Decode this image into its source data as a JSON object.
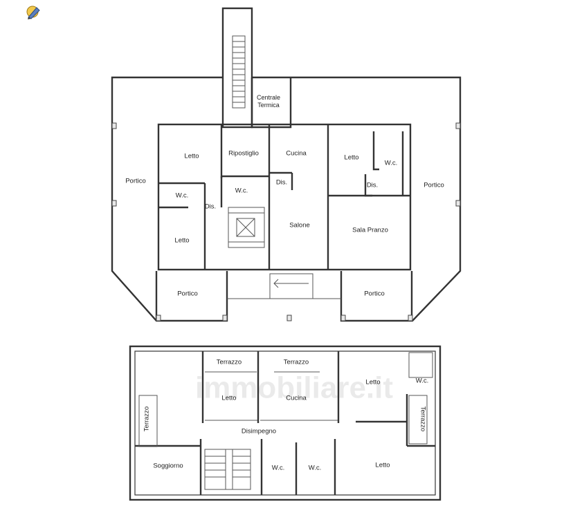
{
  "watermark": "immobiliare.it",
  "colors": {
    "wall": "#333333",
    "background": "#ffffff"
  },
  "logo": {
    "icon": "pencil-logo-icon"
  },
  "upper_floor": {
    "rooms": [
      {
        "id": "portico-left",
        "label": "Portico"
      },
      {
        "id": "centrale-termica",
        "label": "Centrale Termica"
      },
      {
        "id": "letto-1",
        "label": "Letto"
      },
      {
        "id": "ripostiglio",
        "label": "Ripostiglio"
      },
      {
        "id": "cucina",
        "label": "Cucina"
      },
      {
        "id": "letto-2",
        "label": "Letto"
      },
      {
        "id": "wc-2",
        "label": "W.c."
      },
      {
        "id": "portico-right",
        "label": "Portico"
      },
      {
        "id": "dis-1",
        "label": "Dis."
      },
      {
        "id": "wc-3",
        "label": "W.c."
      },
      {
        "id": "wc-1",
        "label": "W.c."
      },
      {
        "id": "dis-2",
        "label": "Dis."
      },
      {
        "id": "dis-3",
        "label": "Dis."
      },
      {
        "id": "letto-3",
        "label": "Letto"
      },
      {
        "id": "salone",
        "label": "Salone"
      },
      {
        "id": "sala-pranzo",
        "label": "Sala Pranzo"
      },
      {
        "id": "portico-bottom-left",
        "label": "Portico"
      },
      {
        "id": "portico-bottom-right",
        "label": "Portico"
      }
    ]
  },
  "lower_floor": {
    "rooms": [
      {
        "id": "terrazzo-1",
        "label": "Terrazzo"
      },
      {
        "id": "terrazzo-2",
        "label": "Terrazzo"
      },
      {
        "id": "letto-4",
        "label": "Letto"
      },
      {
        "id": "wc-4",
        "label": "W.c."
      },
      {
        "id": "letto-5",
        "label": "Letto"
      },
      {
        "id": "cucina-2",
        "label": "Cucina"
      },
      {
        "id": "terrazzo-3",
        "label": "Terrazzo"
      },
      {
        "id": "terrazzo-4",
        "label": "Terrazzo"
      },
      {
        "id": "disimpegno",
        "label": "Disimpegno"
      },
      {
        "id": "soggiorno",
        "label": "Soggiorno"
      },
      {
        "id": "wc-5",
        "label": "W.c."
      },
      {
        "id": "wc-6",
        "label": "W.c."
      },
      {
        "id": "letto-6",
        "label": "Letto"
      }
    ]
  }
}
